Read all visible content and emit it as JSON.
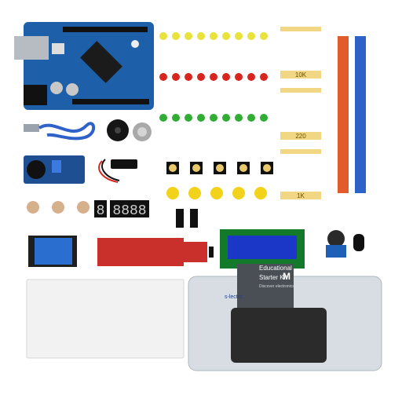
{
  "resistor_labels": [
    "10K",
    "220",
    "1K"
  ],
  "display": {
    "single_digit": "8",
    "four_digit": "8888"
  },
  "kit_box": {
    "brand": "s-lectro",
    "title_line1": "Educational",
    "title_line2": "Starter Kit",
    "size_letter": "M",
    "subtitle": "Discover electronics"
  },
  "colors": {
    "arduino_board": "#1d5fa8",
    "lcd_screen": "#1a37c8",
    "water_sensor": "#c9302c",
    "relay_body": "#2a6fd0",
    "led_yellow": "#e8e23a",
    "led_red": "#d8261e",
    "led_green": "#2fae35",
    "button_cap": "#f2d21a",
    "resistor_tape": "#f1d783",
    "box_clear": "#d7dde3"
  }
}
